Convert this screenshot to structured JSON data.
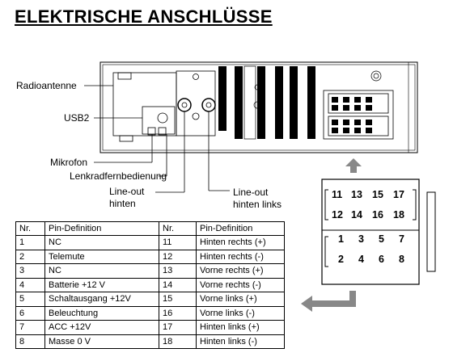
{
  "title": "ELEKTRISCHE ANSCHLÜSSE",
  "callouts": {
    "radioantenne": "Radioantenne",
    "usb2": "USB2",
    "mikrofon": "Mikrofon",
    "lenkrad": "Lenkradfernbedienung",
    "lineout_hinten_1": "Line-out",
    "lineout_hinten_2": "hinten",
    "lineout_links_1": "Line-out",
    "lineout_links_2": "hinten links"
  },
  "table": {
    "headers": [
      "Nr.",
      "Pin-Definition",
      "Nr.",
      "Pin-Definition"
    ],
    "rows": [
      [
        "1",
        "NC",
        "11",
        "Hinten rechts (+)"
      ],
      [
        "2",
        "Telemute",
        "12",
        "Hinten rechts (-)"
      ],
      [
        "3",
        "NC",
        "13",
        "Vorne rechts (+)"
      ],
      [
        "4",
        "Batterie +12 V",
        "14",
        "Vorne rechts (-)"
      ],
      [
        "5",
        "Schaltausgang +12V",
        "15",
        "Vorne links (+)"
      ],
      [
        "6",
        "Beleuchtung",
        "16",
        "Vorne links (-)"
      ],
      [
        "7",
        "ACC +12V",
        "17",
        "Hinten links (+)"
      ],
      [
        "8",
        "Masse 0 V",
        "18",
        "Hinten links (-)"
      ]
    ]
  },
  "connector_pins": {
    "upper_row1": [
      "11",
      "13",
      "15",
      "17"
    ],
    "upper_row2": [
      "12",
      "14",
      "16",
      "18"
    ],
    "lower_row1": [
      "1",
      "3",
      "5",
      "7"
    ],
    "lower_row2": [
      "2",
      "4",
      "6",
      "8"
    ]
  }
}
